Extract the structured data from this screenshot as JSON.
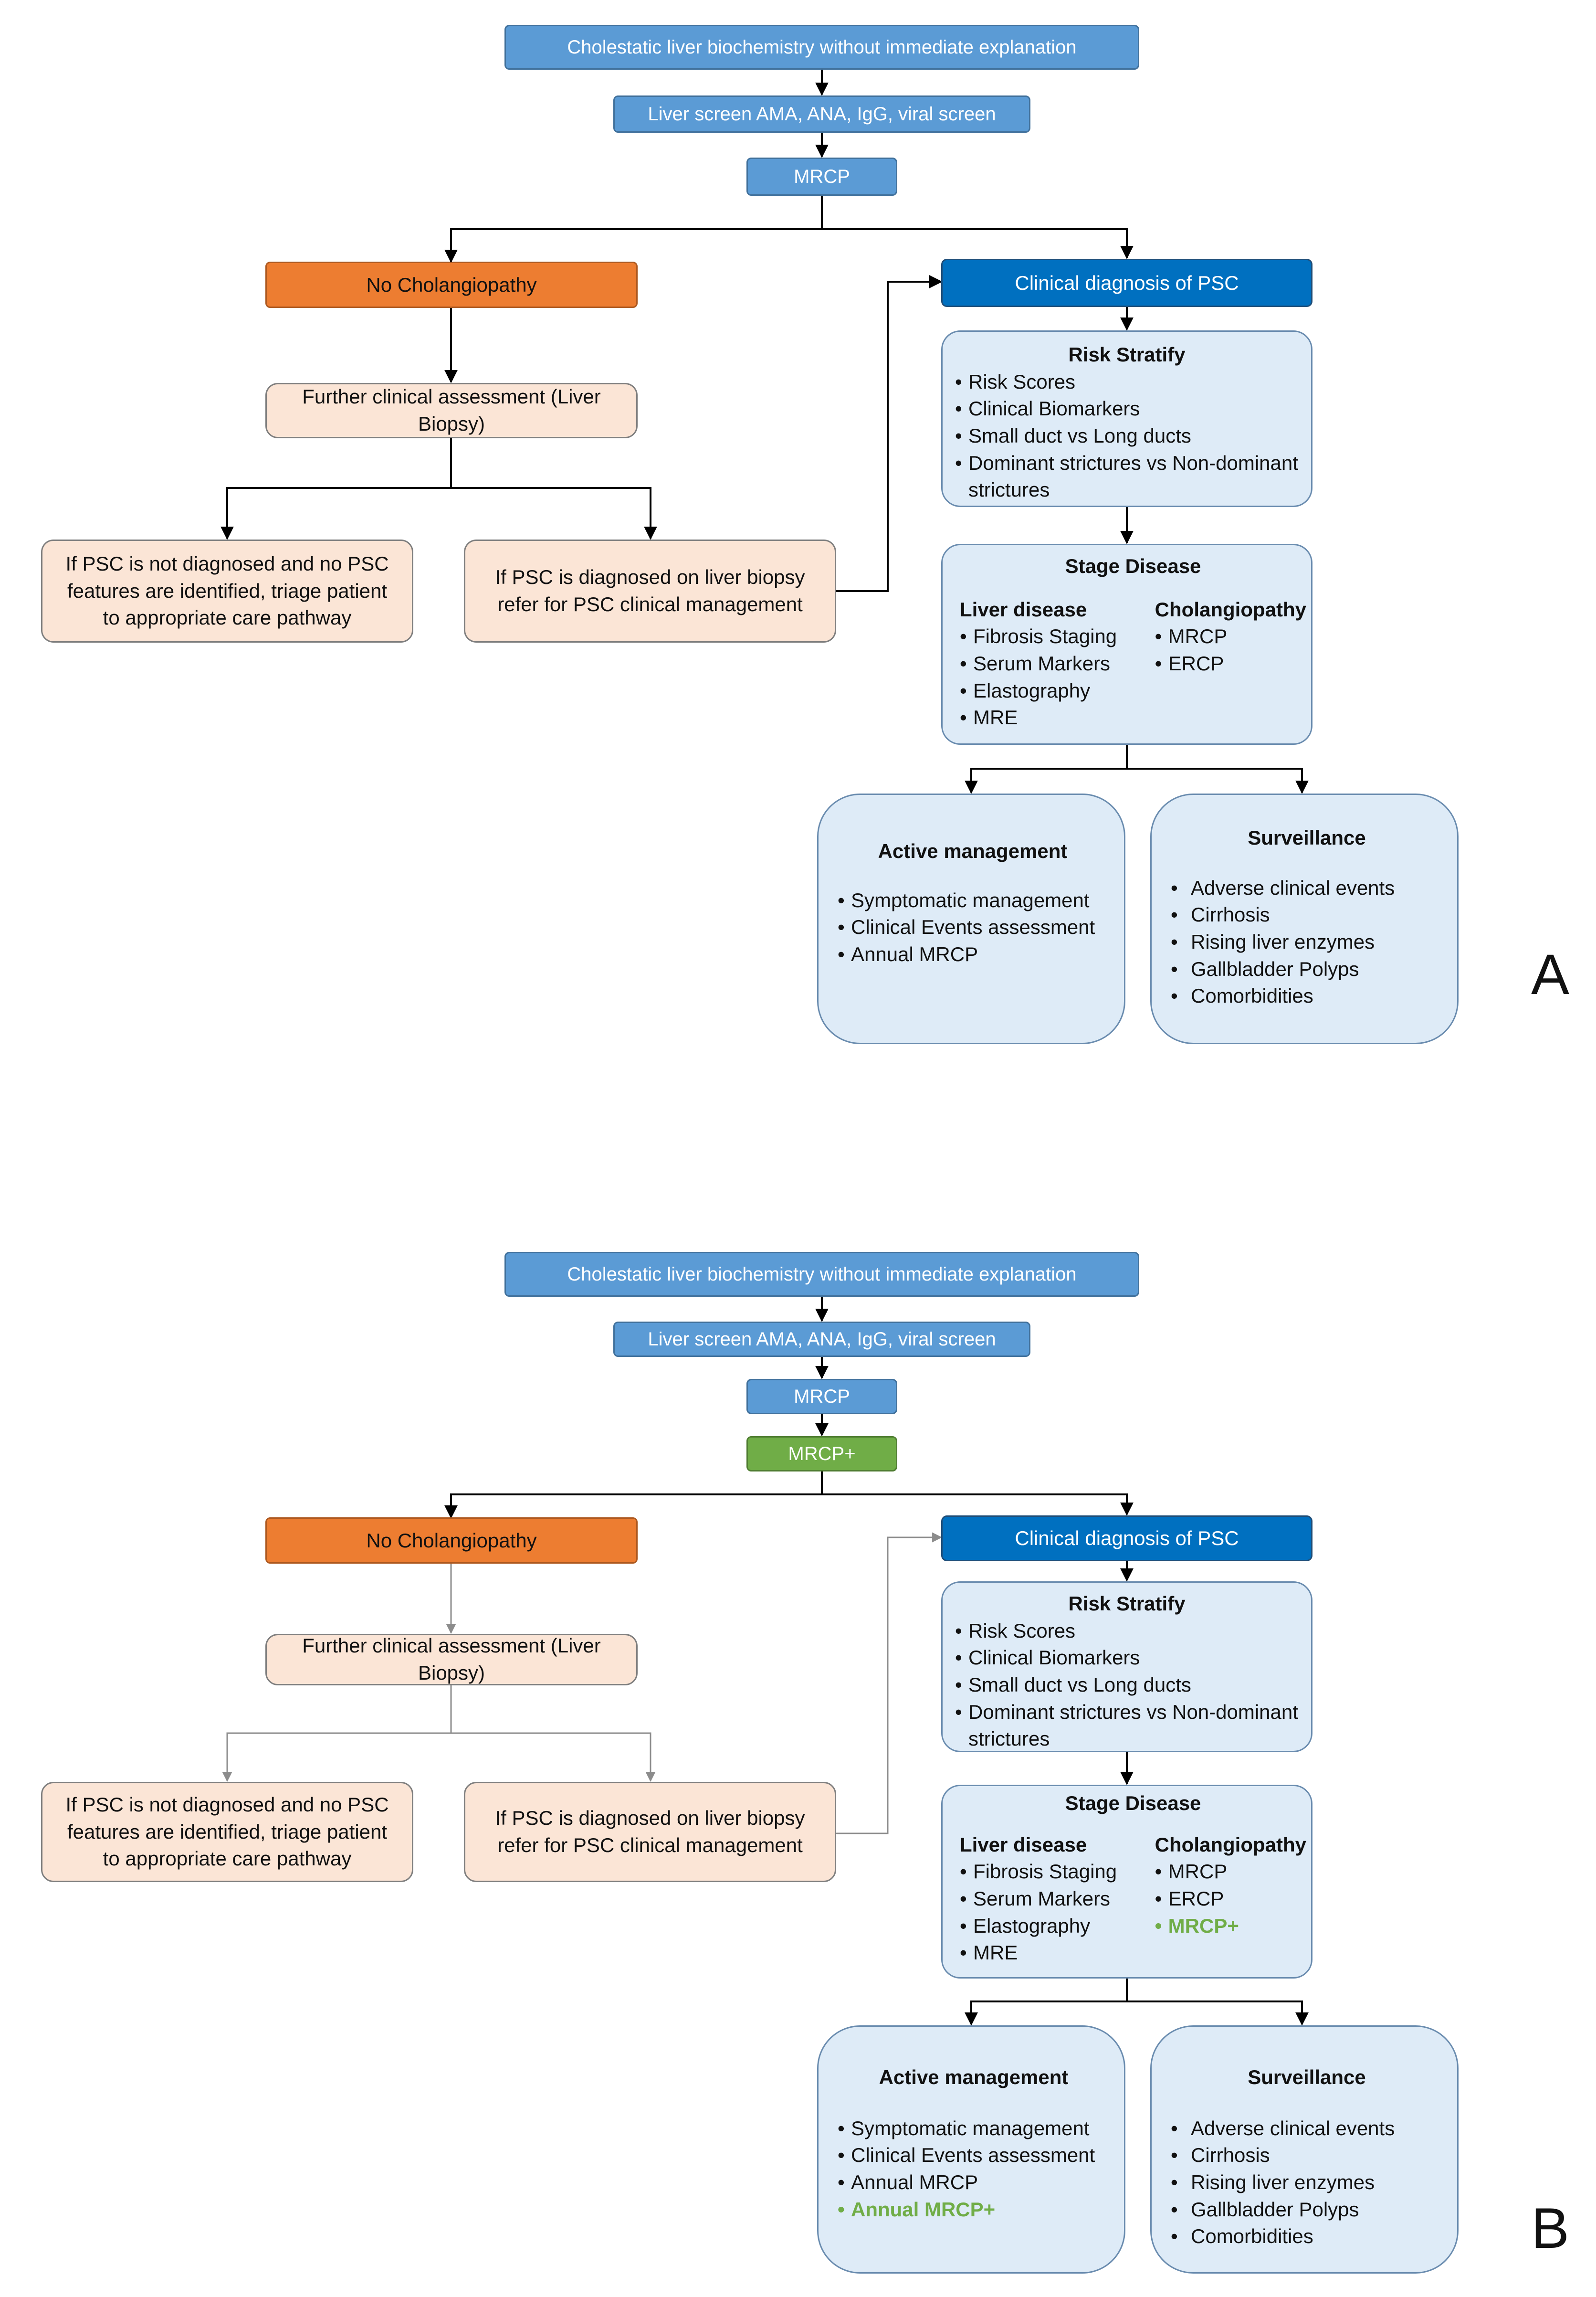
{
  "panel_a": {
    "letter": "A",
    "top": "Cholestatic liver biochemistry without immediate explanation",
    "screen": "Liver screen AMA, ANA, IgG, viral screen",
    "mrcp": "MRCP",
    "no_chol": "No Cholangiopathy",
    "further": "Further clinical assessment (Liver Biopsy)",
    "not_diag": "If PSC is not diagnosed and no PSC features are identified, triage patient to appropriate care pathway",
    "diag": "If PSC is diagnosed on liver biopsy refer for PSC clinical management",
    "clin_diag": "Clinical diagnosis of PSC",
    "risk_title": "Risk Stratify",
    "risk_items": [
      "Risk Scores",
      "Clinical Biomarkers",
      "Small duct vs Long ducts",
      "Dominant strictures vs Non-dominant strictures"
    ],
    "stage_title": "Stage Disease",
    "liver_title": "Liver disease",
    "liver_items": [
      "Fibrosis Staging",
      "Serum Markers",
      "Elastography",
      "MRE"
    ],
    "chol_title": "Cholangiopathy",
    "chol_items": [
      "MRCP",
      "ERCP"
    ],
    "active_title": "Active management",
    "active_items": [
      "Symptomatic management",
      "Clinical Events assessment",
      "Annual MRCP"
    ],
    "surv_title": "Surveillance",
    "surv_items": [
      "Adverse clinical events",
      "Cirrhosis",
      "Rising liver enzymes",
      "Gallbladder Polyps",
      "Comorbidities"
    ]
  },
  "panel_b": {
    "letter": "B",
    "top": "Cholestatic liver biochemistry without immediate explanation",
    "screen": "Liver screen AMA, ANA, IgG, viral screen",
    "mrcp": "MRCP",
    "mrcp_plus": "MRCP+",
    "no_chol": "No Cholangiopathy",
    "further": "Further clinical assessment (Liver Biopsy)",
    "not_diag": "If PSC is not diagnosed and no PSC features are identified, triage patient to appropriate care pathway",
    "diag": "If PSC is diagnosed on liver biopsy refer for PSC clinical management",
    "clin_diag": "Clinical diagnosis of PSC",
    "risk_title": "Risk Stratify",
    "risk_items": [
      "Risk Scores",
      "Clinical Biomarkers",
      "Small duct vs Long ducts",
      "Dominant strictures vs Non-dominant strictures"
    ],
    "stage_title": "Stage Disease",
    "liver_title": "Liver disease",
    "liver_items": [
      "Fibrosis Staging",
      "Serum Markers",
      "Elastography",
      "MRE"
    ],
    "chol_title": "Cholangiopathy",
    "chol_items": [
      "MRCP",
      "ERCP"
    ],
    "chol_new": "MRCP+",
    "active_title": "Active management",
    "active_items": [
      "Symptomatic management",
      "Clinical Events assessment",
      "Annual MRCP"
    ],
    "active_new": "Annual MRCP+",
    "surv_title": "Surveillance",
    "surv_items": [
      "Adverse clinical events",
      "Cirrhosis",
      "Rising liver enzymes",
      "Gallbladder Polyps",
      "Comorbidities"
    ],
    "highlight_color": "#70ad47"
  }
}
